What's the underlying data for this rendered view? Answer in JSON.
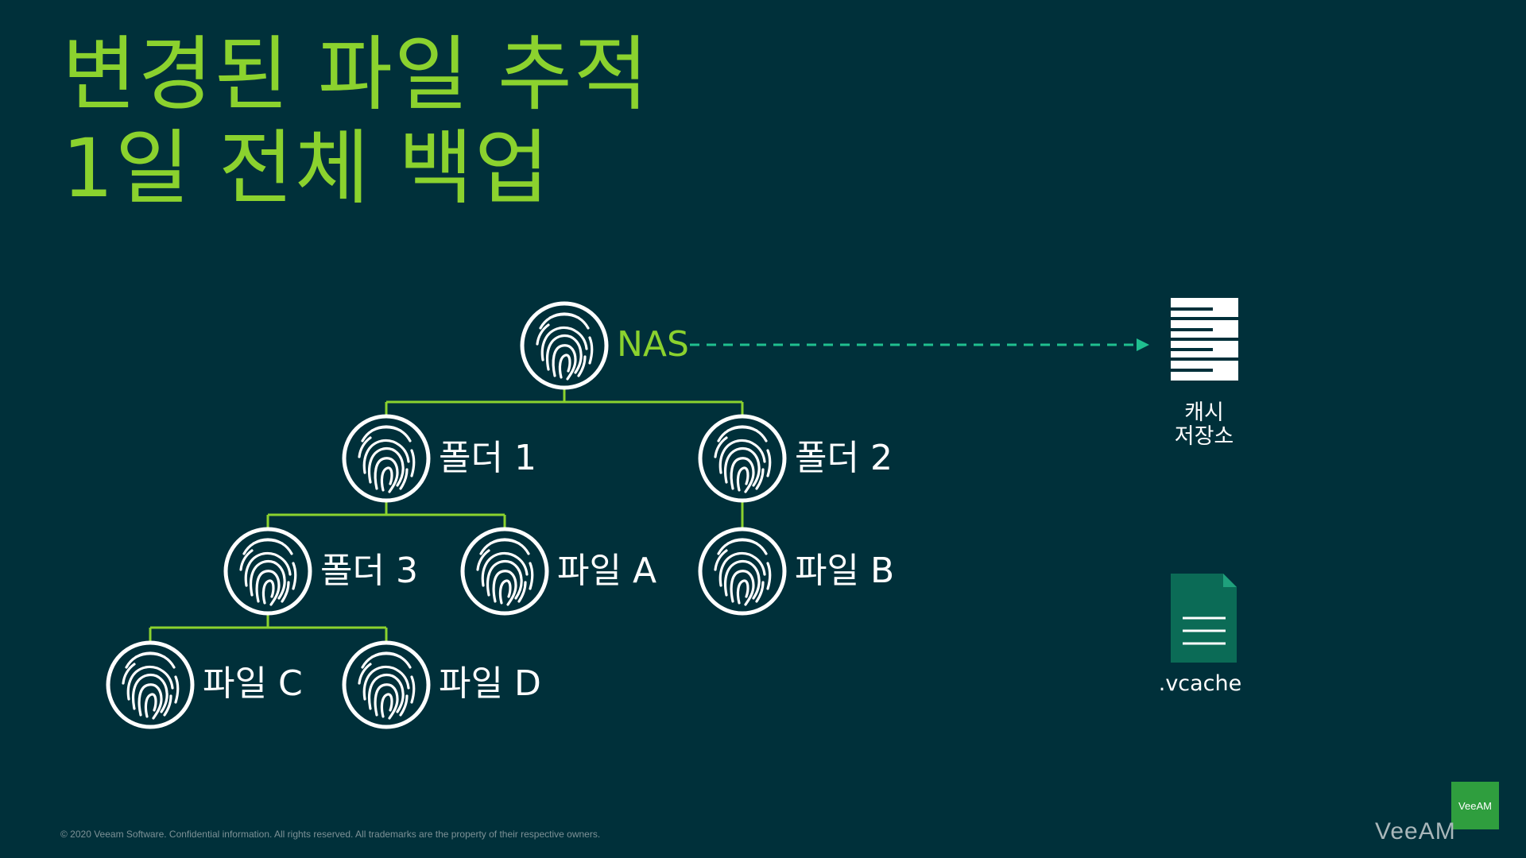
{
  "title": {
    "line1": "변경된 파일 추적",
    "line2": "1일 전체 백업"
  },
  "tree": {
    "nas": "NAS",
    "folder1": "폴더 1",
    "folder2": "폴더 2",
    "folder3": "폴더 3",
    "fileA": "파일 A",
    "fileB": "파일 B",
    "fileC": "파일 C",
    "fileD": "파일 D"
  },
  "cache_repository": {
    "line1": "캐시",
    "line2": "저장소",
    "icon": "storage-stack-icon"
  },
  "cache_file": {
    "label": ".vcache",
    "icon": "document-icon"
  },
  "node_icon": "fingerprint-icon",
  "footer": "© 2020 Veeam Software. Confidential information. All rights reserved. All trademarks are the property of their respective owners.",
  "logo": {
    "box_text": "VeeAM",
    "word": "VeeAM"
  },
  "colors": {
    "background": "#00303a",
    "accent_green": "#8bd22e",
    "connector": "#8bd22e",
    "arrow": "#1fbf8f",
    "node_ring": "#ffffff",
    "logo_green": "#2f9e3e"
  }
}
